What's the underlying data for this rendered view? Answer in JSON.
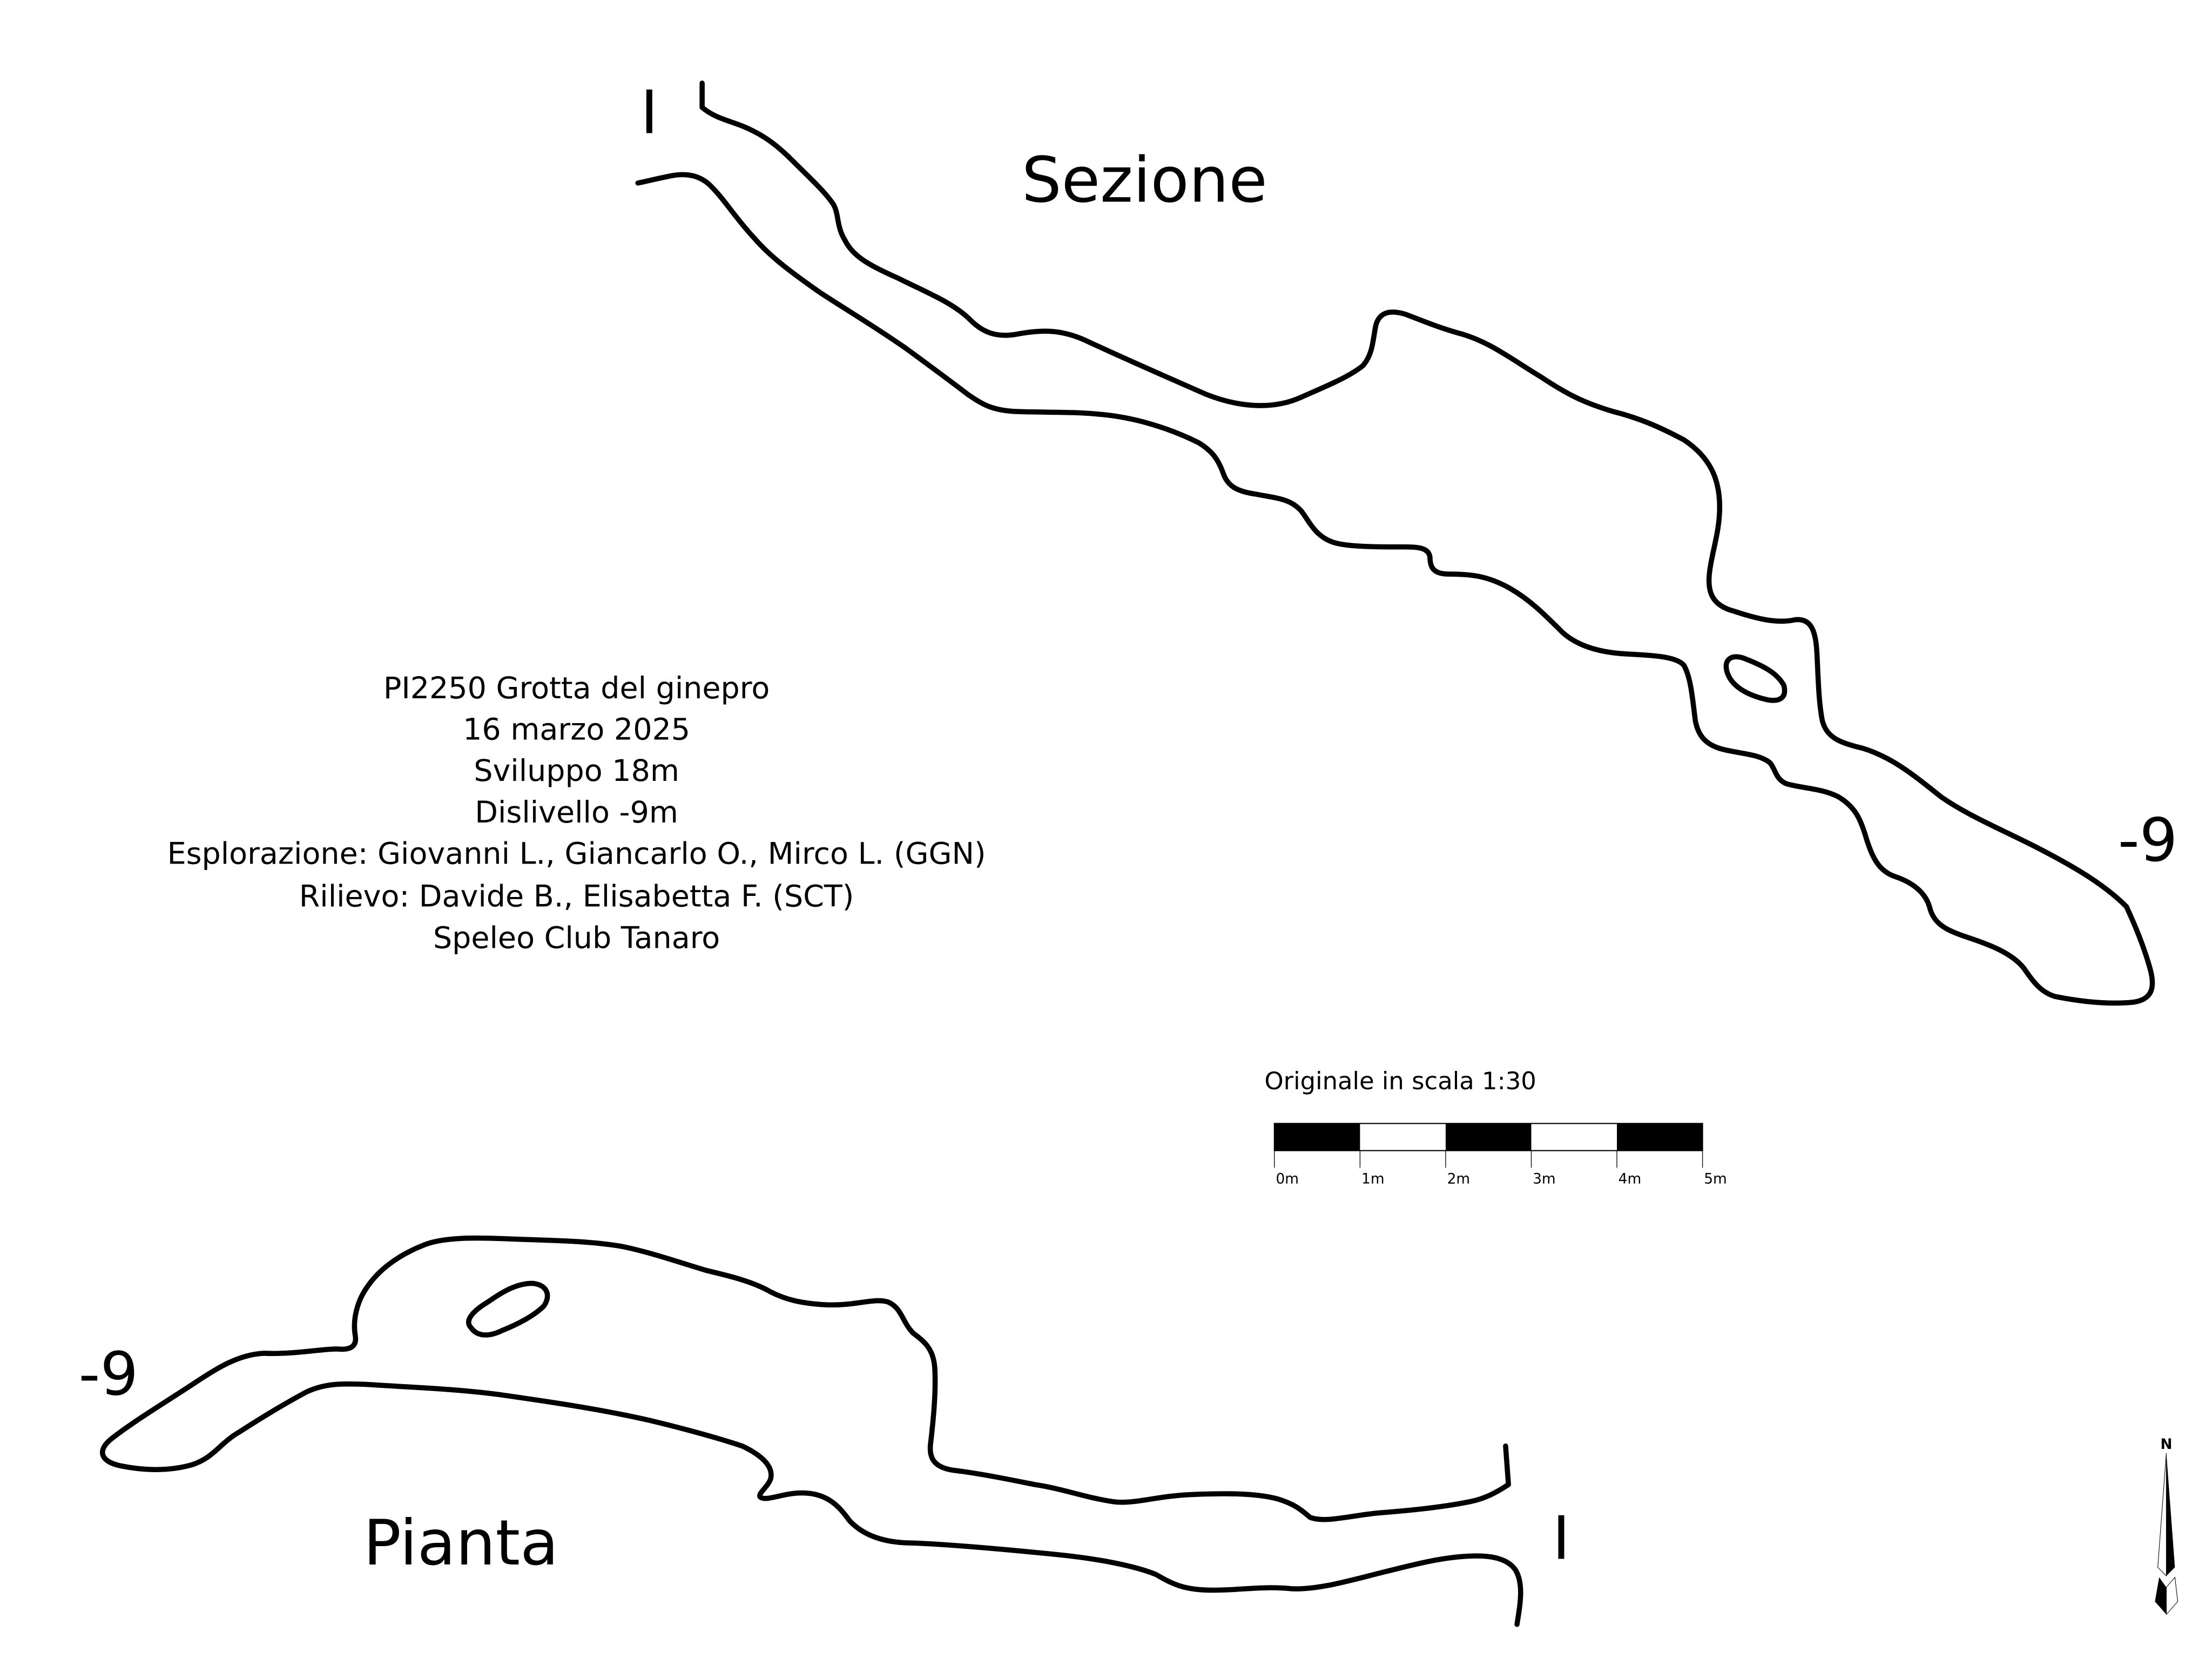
{
  "section": {
    "title": "Sezione",
    "entrance_label": "I",
    "depth_label": "-9"
  },
  "plan": {
    "title": "Pianta",
    "entrance_label": "I",
    "depth_label": "-9"
  },
  "info": {
    "lines": [
      "PI2250 Grotta del ginepro",
      "16 marzo 2025",
      "Sviluppo 18m",
      "Dislivello -9m",
      "Esplorazione: Giovanni L., Giancarlo O., Mirco L. (GGN)",
      "Rilievo: Davide B., Elisabetta F. (SCT)",
      "Speleo Club Tanaro"
    ]
  },
  "scale": {
    "title": "Originale in scala 1:30",
    "ticks": [
      "0m",
      "1m",
      "2m",
      "3m",
      "4m",
      "5m"
    ]
  },
  "compass": {
    "north_label": "N"
  },
  "colors": {
    "ink": "#000000",
    "paper": "#ffffff"
  }
}
